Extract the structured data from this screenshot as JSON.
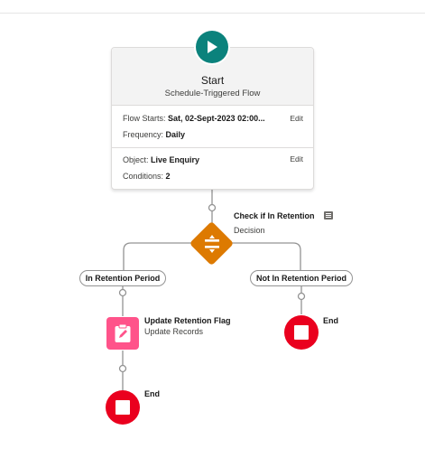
{
  "start": {
    "title": "Start",
    "subtitle": "Schedule-Triggered Flow",
    "flow_starts_label": "Flow Starts:",
    "flow_starts_value": "Sat, 02-Sept-2023 02:00...",
    "frequency_label": "Frequency:",
    "frequency_value": "Daily",
    "object_label": "Object:",
    "object_value": "Live Enquiry",
    "conditions_label": "Conditions:",
    "conditions_value": "2",
    "edit_label": "Edit"
  },
  "decision": {
    "title": "Check if In Retention",
    "type": "Decision",
    "outcomes": [
      "In Retention Period",
      "Not In Retention Period"
    ]
  },
  "update": {
    "title": "Update Retention Flag",
    "type": "Update Records"
  },
  "end_label": "End",
  "colors": {
    "start": "#0b827c",
    "decision": "#dd7a01",
    "update": "#ff538a",
    "end": "#ea001e"
  }
}
